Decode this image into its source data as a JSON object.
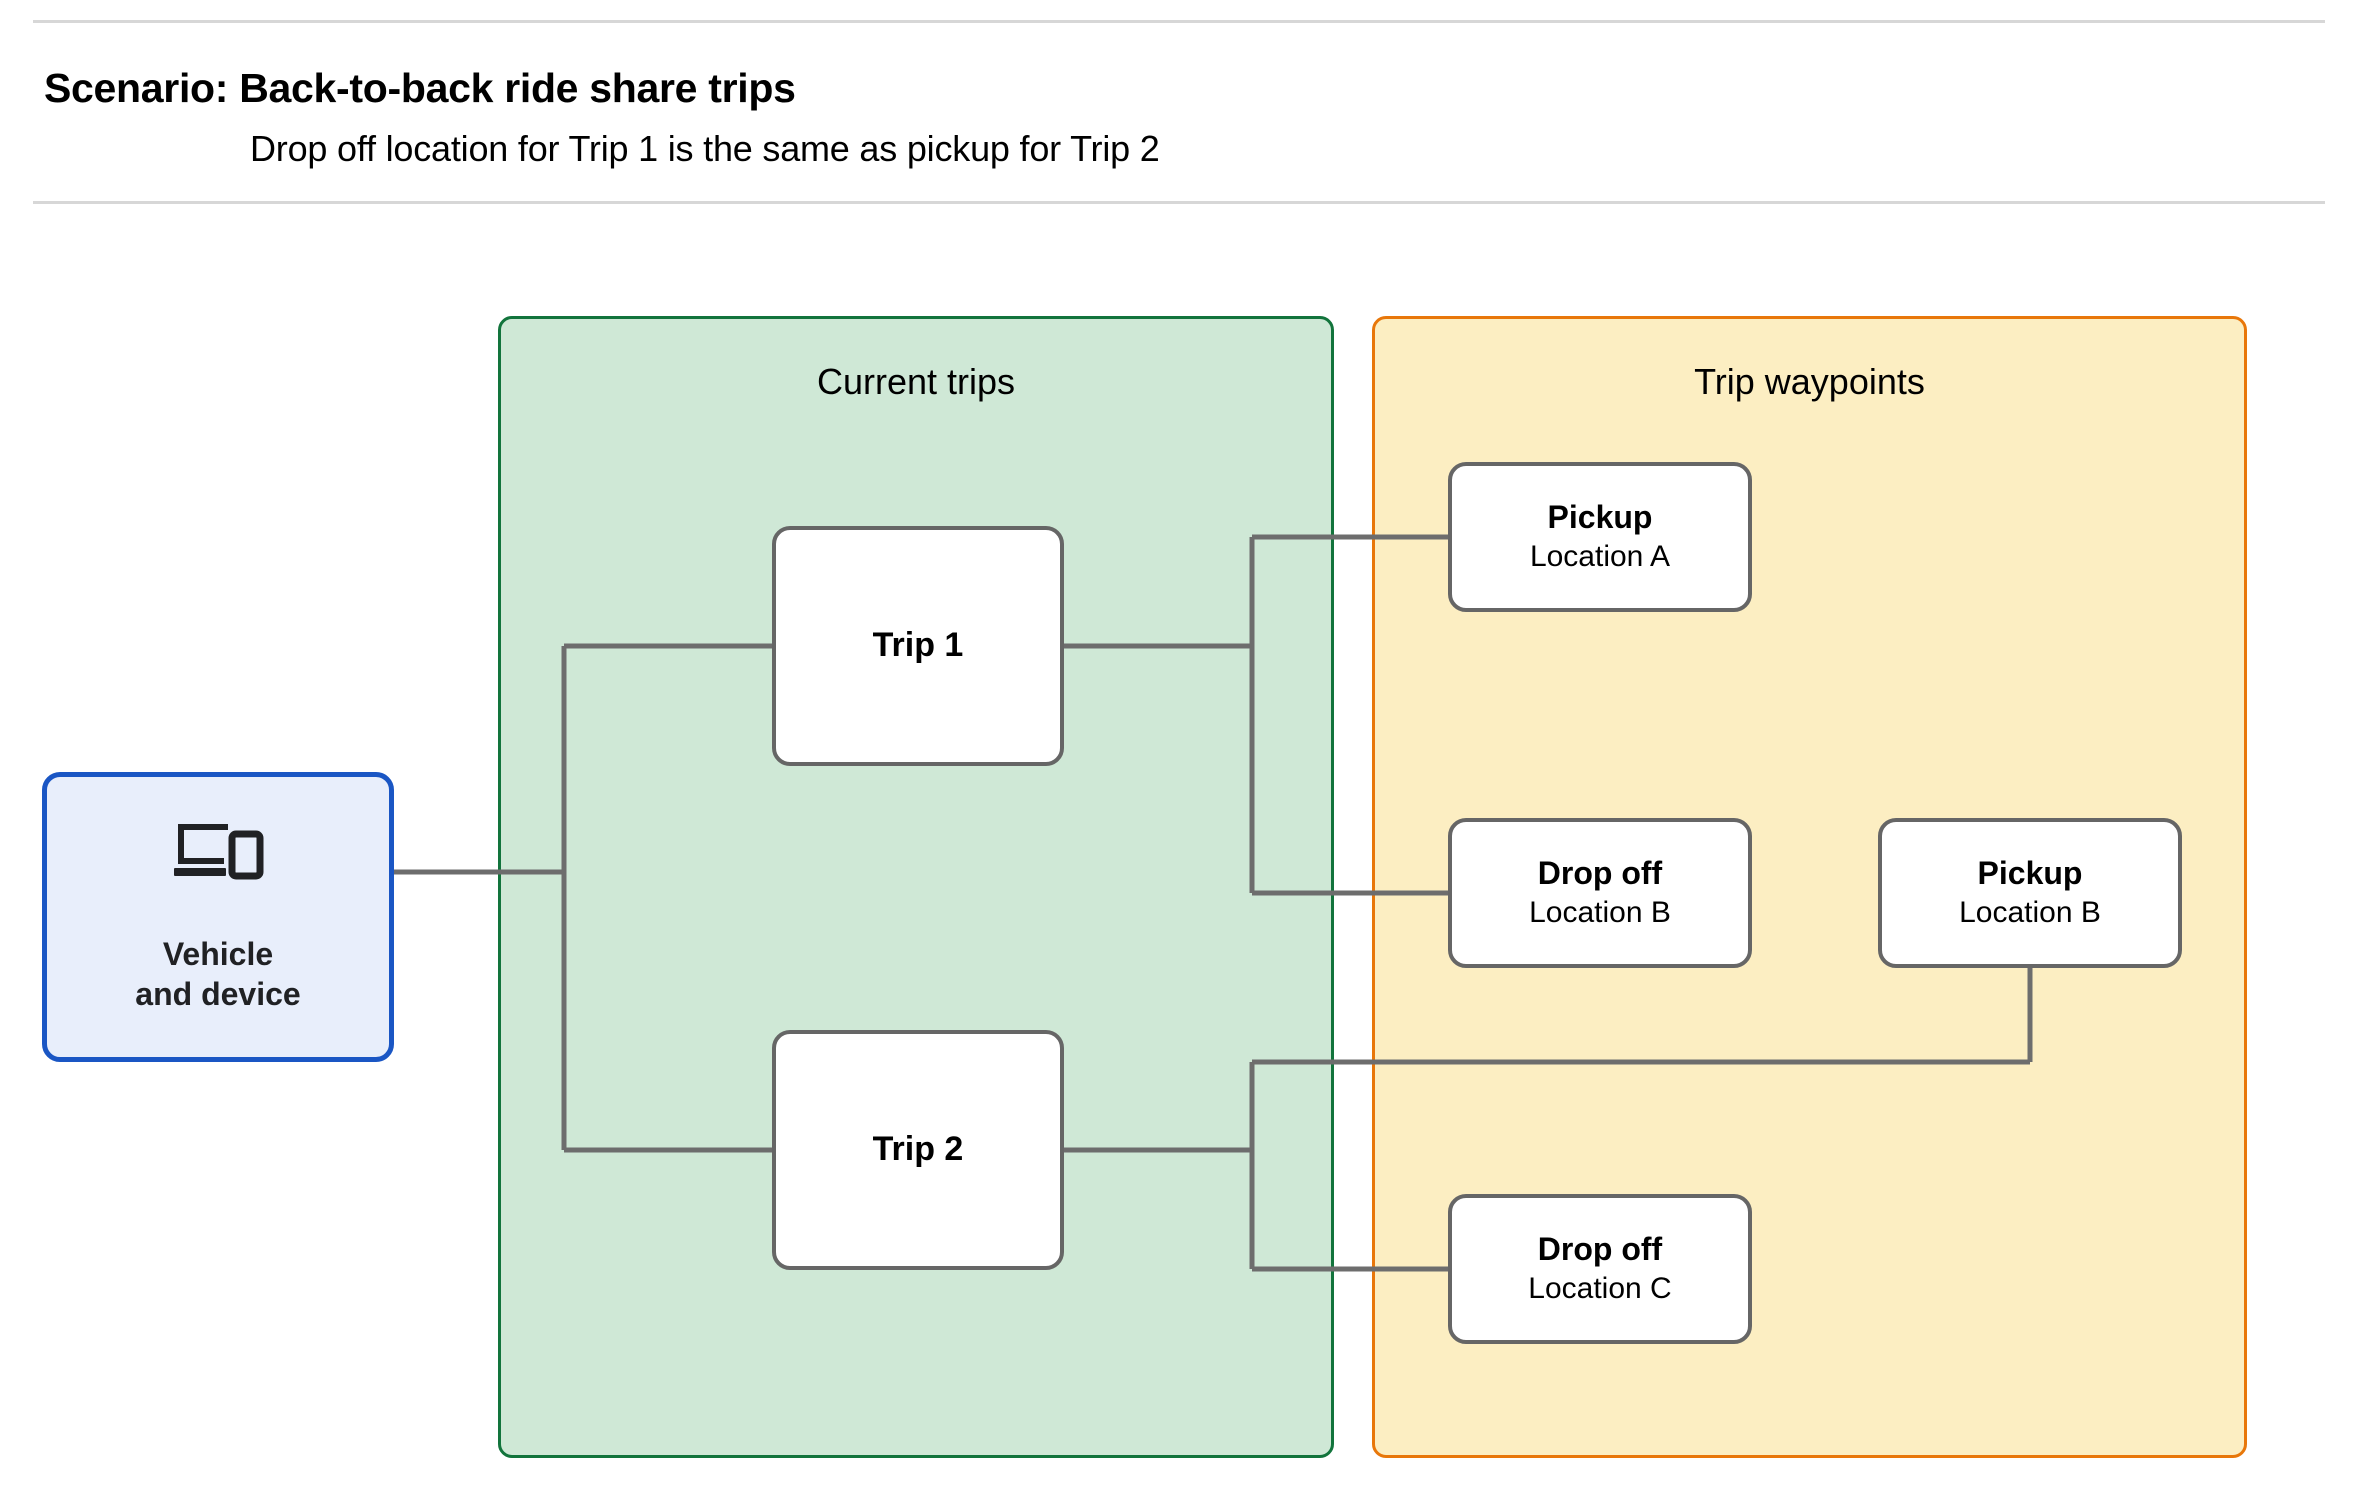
{
  "header": {
    "title": "Scenario: Back-to-back ride share trips",
    "subtitle": "Drop off  location for Trip 1 is the same as pickup for Trip 2"
  },
  "groups": {
    "current_trips": {
      "label": "Current trips",
      "fill": "#cfe8d6",
      "border": "#12743c"
    },
    "trip_waypoints": {
      "label": "Trip waypoints",
      "fill": "#fceec2",
      "border": "#e8770a"
    }
  },
  "vehicle": {
    "label": "Vehicle\nand device",
    "icon": "devices-icon",
    "fill": "#e8eefb",
    "border": "#1a56c4"
  },
  "trips": [
    {
      "label": "Trip 1"
    },
    {
      "label": "Trip 2"
    }
  ],
  "waypoints": [
    {
      "id": "pickup-a",
      "type": "Pickup",
      "location": "Location A"
    },
    {
      "id": "dropoff-b",
      "type": "Drop off",
      "location": "Location B"
    },
    {
      "id": "pickup-b",
      "type": "Pickup",
      "location": "Location B"
    },
    {
      "id": "dropoff-c",
      "type": "Drop off",
      "location": "Location C"
    }
  ],
  "connections": [
    {
      "from": "vehicle",
      "to": "trip-1"
    },
    {
      "from": "vehicle",
      "to": "trip-2"
    },
    {
      "from": "trip-1",
      "to": "pickup-a"
    },
    {
      "from": "trip-1",
      "to": "dropoff-b"
    },
    {
      "from": "trip-2",
      "to": "pickup-b"
    },
    {
      "from": "trip-2",
      "to": "dropoff-c"
    }
  ],
  "colors": {
    "connector": "#6d6d6d",
    "node_border": "#666666",
    "rule": "#d7d7d7"
  }
}
